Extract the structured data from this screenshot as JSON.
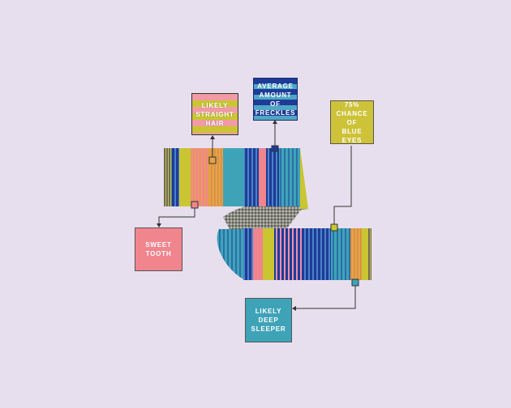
{
  "colors": {
    "background": "#e7dfee",
    "pink": "#f0858e",
    "lime": "#c9c632",
    "navy": "#1e3c96",
    "teal": "#3fa3b8",
    "orange": "#e6a349"
  },
  "labels": {
    "straight_hair": [
      "LIKELY",
      "STRAIGHT",
      "HAIR"
    ],
    "freckles": [
      "AVERAGE",
      "AMOUNT",
      "OF",
      "FRECKLES"
    ],
    "blue_eyes": [
      "75%",
      "CHANCE OF",
      "BLUE EYES"
    ],
    "sweet_tooth": [
      "SWEET",
      "TOOTH"
    ],
    "deep_sleeper": [
      "LIKELY",
      "DEEP",
      "SLEEPER"
    ]
  }
}
